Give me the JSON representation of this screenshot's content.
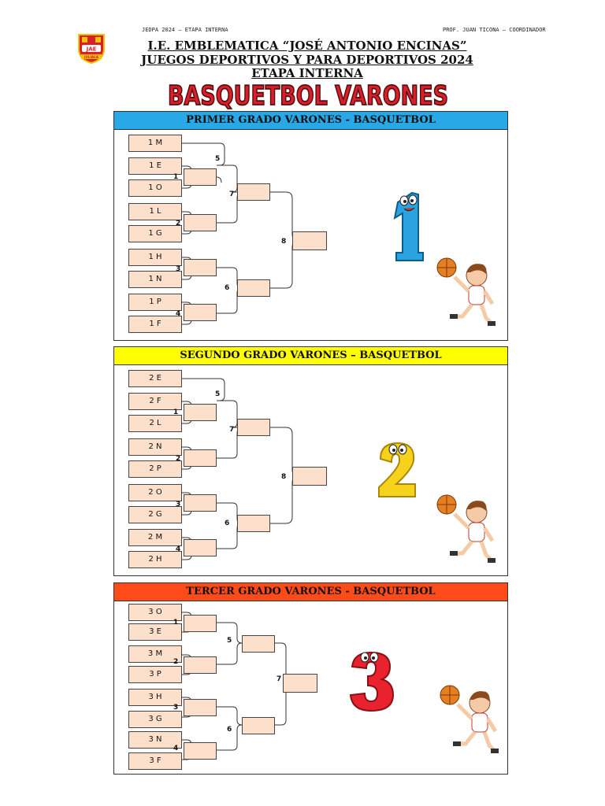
{
  "header": {
    "left_small": "JEDPA 2024 – ETAPA INTERNA",
    "right_small": "PROF. JUAN TICONA – COORDINADOR",
    "logo_text_top": "JAE",
    "logo_text_bottom": "JULIACA",
    "line1": "I.E. EMBLEMATICA “JOSÉ ANTONIO ENCINAS”",
    "line2": "JUEGOS DEPORTIVOS Y PARA DEPORTIVOS 2024",
    "line3": "ETAPA INTERNA",
    "banner": "BASQUETBOL VARONES"
  },
  "colors": {
    "first_head": "#29a8e8",
    "second_head": "#ffff00",
    "third_head": "#ff4a1a",
    "slot_fill": "#fde0cc",
    "banner_red": "#d8202a"
  },
  "sections": [
    {
      "title": "PRIMER GRADO VARONES - BASQUETBOL",
      "teams": [
        "1 M",
        "1 E",
        "1 O",
        "1 L",
        "1 G",
        "1 H",
        "1 N",
        "1 P",
        "1 F"
      ],
      "numeral": "1"
    },
    {
      "title": "SEGUNDO GRADO VARONES – BASQUETBOL",
      "teams": [
        "2 E",
        "2 F",
        "2 L",
        "2 N",
        "2 P",
        "2 O",
        "2 G",
        "2 M",
        "2 H"
      ],
      "numeral": "2"
    },
    {
      "title": "TERCER GRADO VARONES - BASQUETBOL",
      "teams": [
        "3 O",
        "3 E",
        "3 M",
        "3 P",
        "3 H",
        "3 G",
        "3 N",
        "3 F"
      ],
      "numeral": "3"
    }
  ],
  "match_numbers": [
    "1",
    "2",
    "3",
    "4",
    "5",
    "6",
    "7",
    "8"
  ]
}
